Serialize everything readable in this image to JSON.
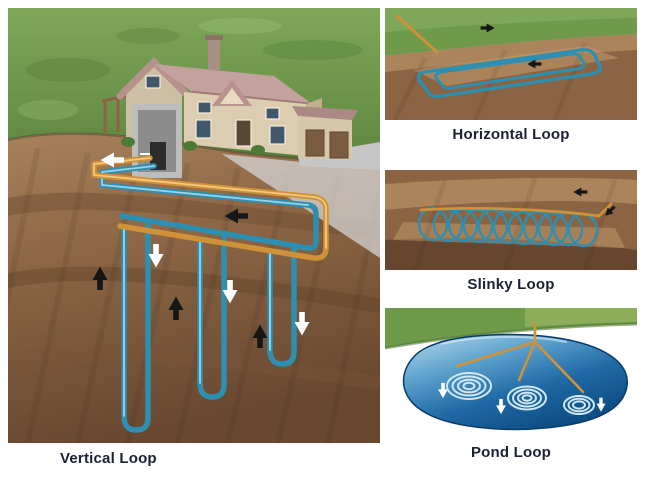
{
  "diagram": {
    "labels": {
      "vertical": "Vertical Loop",
      "horizontal": "Horizontal Loop",
      "slinky": "Slinky Loop",
      "pond": "Pond Loop"
    },
    "colors": {
      "grass": "#729c4d",
      "grass_dark": "#567f38",
      "soil_light": "#a8825c",
      "soil": "#8a6443",
      "soil_dark": "#5f4330",
      "pipe_blue": "#2e8fb0",
      "pipe_blue_light": "#9bd4e6",
      "pipe_orange": "#cf9238",
      "pipe_orange_light": "#f4c87e",
      "pond_deep": "#0c4a80",
      "pond_light": "#bcdcee",
      "roof": "#c3a19c",
      "wall": "#dccdb1",
      "concrete": "#c6c6c6",
      "arrow_white": "#ffffff",
      "arrow_black": "#161616",
      "label_text": "#1c2033"
    }
  }
}
